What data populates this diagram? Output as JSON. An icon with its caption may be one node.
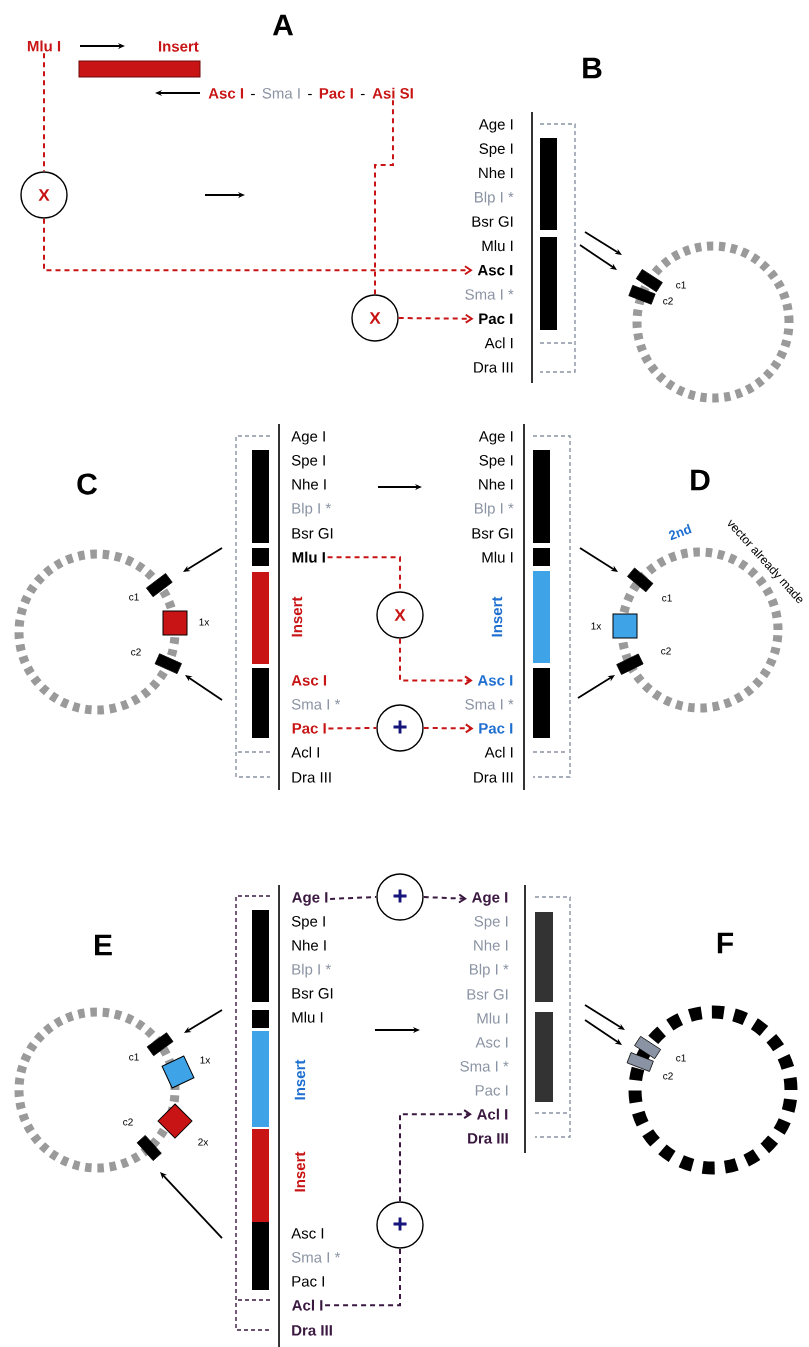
{
  "diagram": {
    "nodes": [
      {
        "text": [
          "Mlu I"
        ]
      },
      {
        "text": [
          "Asi SI"
        ]
      },
      {
        "text": [
          "X"
        ]
      },
      {
        "text": [
          "Asc I"
        ]
      },
      {
        "text": [
          "X"
        ]
      },
      {
        "text": [
          "Pac I"
        ]
      },
      {
        "text": [
          "Mlu I"
        ]
      },
      {
        "text": [
          "X"
        ]
      },
      {
        "text": [
          "Asc I"
        ]
      },
      {
        "text": [
          "Pac I"
        ]
      },
      {
        "text": [
          "+"
        ]
      },
      {
        "text": [
          "Pac I"
        ]
      },
      {
        "text": [
          "Age I"
        ]
      },
      {
        "text": [
          "+"
        ]
      },
      {
        "text": [
          "Age I"
        ]
      },
      {
        "text": [
          "+"
        ]
      },
      {
        "text": [
          "Acl I"
        ]
      },
      {
        "text": [
          "Acl I"
        ]
      }
    ],
    "edges": [
      {
        "from": 0,
        "to": 2,
        "arrow": "none",
        "style": "dashed"
      },
      {
        "from": 2,
        "to": 3,
        "arrow": "to",
        "style": "dashed"
      },
      {
        "from": 1,
        "to": 4,
        "arrow": "none",
        "style": "dashed"
      },
      {
        "from": 4,
        "to": 5,
        "arrow": "to",
        "style": "dashed"
      },
      {
        "from": 6,
        "to": 7,
        "arrow": "none",
        "style": "dashed"
      },
      {
        "from": 7,
        "to": 8,
        "arrow": "to",
        "style": "dashed"
      },
      {
        "from": 9,
        "to": 10,
        "arrow": "none",
        "style": "dashed"
      },
      {
        "from": 10,
        "to": 11,
        "arrow": "to",
        "style": "dashed"
      },
      {
        "from": 12,
        "to": 13,
        "arrow": "none",
        "style": "dashed",
        "color": "#3a1840"
      },
      {
        "from": 13,
        "to": 14,
        "arrow": "to",
        "style": "dashed",
        "color": "#3a1840"
      },
      {
        "from": 17,
        "to": 15,
        "arrow": "none",
        "style": "dashed",
        "color": "#3a1840"
      },
      {
        "from": 15,
        "to": 16,
        "arrow": "to",
        "style": "dashed",
        "color": "#3a1840"
      }
    ],
    "labels": [
      "A",
      "Insert",
      "B",
      "Asc I",
      "-",
      "Sma I",
      "-",
      "Pac I",
      "-",
      "Age I",
      "Spe I",
      "Nhe I",
      "Blp I *",
      "Bsr GI",
      "Mlu I",
      "Sma I *",
      "Acl I",
      "Dra III",
      "c1",
      "c2",
      "C",
      "D",
      "Age I",
      "Spe I",
      "Nhe I",
      "Blp I *",
      "Bsr GI",
      "Insert",
      "Asc I",
      "Sma I *",
      "Acl I",
      "Dra III",
      "Age I",
      "Spe I",
      "Nhe I",
      "Blp I *",
      "Bsr GI",
      "Mlu I",
      "Insert",
      "Sma I *",
      "Acl I",
      "Dra III",
      "2nd",
      "vector already made",
      "c1",
      "1x",
      "c2",
      "c1",
      "1x",
      "c2",
      "E",
      "F",
      "Spe I",
      "Nhe I",
      "Blp I *",
      "Bsr GI",
      "Mlu I",
      "Insert",
      "Insert",
      "Asc I",
      "Sma I *",
      "Pac I",
      "Dra III",
      "Spe I",
      "Nhe I",
      "Blp I *",
      "Bsr GI",
      "Mlu I",
      "Asc I",
      "Sma I *",
      "Pac I",
      "Dra III",
      "c1",
      "1x",
      "c2",
      "2x",
      "c1",
      "c2"
    ]
  }
}
